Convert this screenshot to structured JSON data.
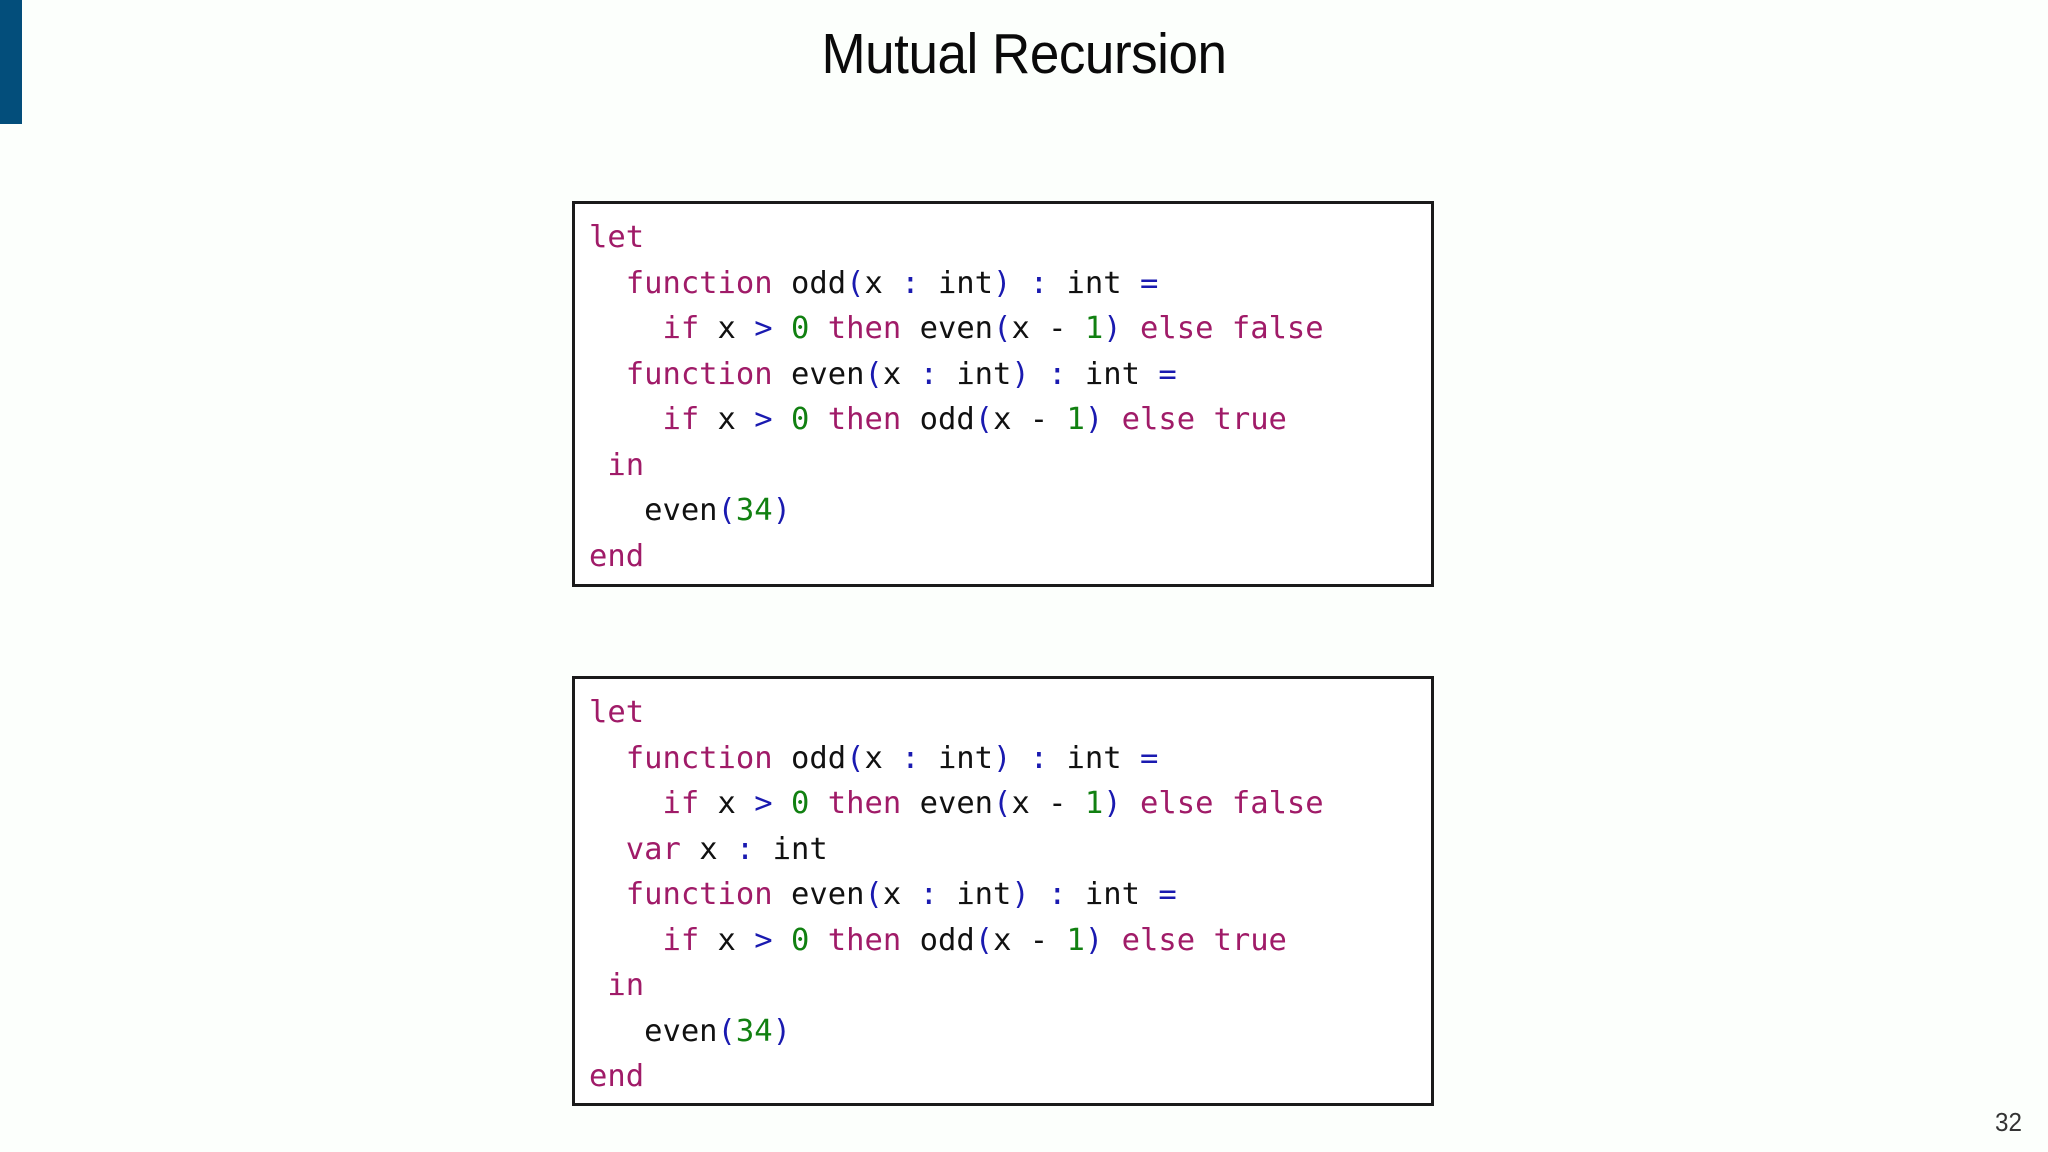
{
  "slide": {
    "title": "Mutual Recursion",
    "page_number": "32",
    "accent_color": "#034e7b",
    "background_color": "#fcfffc"
  },
  "syntax_colors": {
    "keyword": "#a01b68",
    "number": "#118011",
    "punctuation": "#1a1ab0",
    "operator": "#1a1ab0",
    "identifier": "#111111"
  },
  "code_blocks": [
    {
      "id": "code-box-1",
      "language": "tiger",
      "plain_text": "let\n  function odd(x : int) : int =\n    if x > 0 then even(x - 1) else false\n  function even(x : int) : int =\n    if x > 0 then odd(x - 1) else true\n in\n   even(34)\nend",
      "lines": [
        [
          {
            "t": "let",
            "c": "kw"
          }
        ],
        [
          {
            "t": "  ",
            "c": "plain"
          },
          {
            "t": "function",
            "c": "kw"
          },
          {
            "t": " odd",
            "c": "id"
          },
          {
            "t": "(",
            "c": "punct"
          },
          {
            "t": "x ",
            "c": "id"
          },
          {
            "t": ":",
            "c": "punct"
          },
          {
            "t": " int",
            "c": "id"
          },
          {
            "t": ")",
            "c": "punct"
          },
          {
            "t": " ",
            "c": "plain"
          },
          {
            "t": ":",
            "c": "punct"
          },
          {
            "t": " int ",
            "c": "id"
          },
          {
            "t": "=",
            "c": "op"
          }
        ],
        [
          {
            "t": "    ",
            "c": "plain"
          },
          {
            "t": "if",
            "c": "kw"
          },
          {
            "t": " x ",
            "c": "id"
          },
          {
            "t": ">",
            "c": "op"
          },
          {
            "t": " ",
            "c": "plain"
          },
          {
            "t": "0",
            "c": "num"
          },
          {
            "t": " ",
            "c": "plain"
          },
          {
            "t": "then",
            "c": "kw"
          },
          {
            "t": " even",
            "c": "id"
          },
          {
            "t": "(",
            "c": "punct"
          },
          {
            "t": "x - ",
            "c": "id"
          },
          {
            "t": "1",
            "c": "num"
          },
          {
            "t": ")",
            "c": "punct"
          },
          {
            "t": " ",
            "c": "plain"
          },
          {
            "t": "else",
            "c": "kw"
          },
          {
            "t": " ",
            "c": "plain"
          },
          {
            "t": "false",
            "c": "kw"
          }
        ],
        [
          {
            "t": "  ",
            "c": "plain"
          },
          {
            "t": "function",
            "c": "kw"
          },
          {
            "t": " even",
            "c": "id"
          },
          {
            "t": "(",
            "c": "punct"
          },
          {
            "t": "x ",
            "c": "id"
          },
          {
            "t": ":",
            "c": "punct"
          },
          {
            "t": " int",
            "c": "id"
          },
          {
            "t": ")",
            "c": "punct"
          },
          {
            "t": " ",
            "c": "plain"
          },
          {
            "t": ":",
            "c": "punct"
          },
          {
            "t": " int ",
            "c": "id"
          },
          {
            "t": "=",
            "c": "op"
          }
        ],
        [
          {
            "t": "    ",
            "c": "plain"
          },
          {
            "t": "if",
            "c": "kw"
          },
          {
            "t": " x ",
            "c": "id"
          },
          {
            "t": ">",
            "c": "op"
          },
          {
            "t": " ",
            "c": "plain"
          },
          {
            "t": "0",
            "c": "num"
          },
          {
            "t": " ",
            "c": "plain"
          },
          {
            "t": "then",
            "c": "kw"
          },
          {
            "t": " odd",
            "c": "id"
          },
          {
            "t": "(",
            "c": "punct"
          },
          {
            "t": "x - ",
            "c": "id"
          },
          {
            "t": "1",
            "c": "num"
          },
          {
            "t": ")",
            "c": "punct"
          },
          {
            "t": " ",
            "c": "plain"
          },
          {
            "t": "else",
            "c": "kw"
          },
          {
            "t": " ",
            "c": "plain"
          },
          {
            "t": "true",
            "c": "kw"
          }
        ],
        [
          {
            "t": " ",
            "c": "plain"
          },
          {
            "t": "in",
            "c": "kw"
          }
        ],
        [
          {
            "t": "   ",
            "c": "plain"
          },
          {
            "t": "even",
            "c": "id"
          },
          {
            "t": "(",
            "c": "punct"
          },
          {
            "t": "34",
            "c": "num"
          },
          {
            "t": ")",
            "c": "punct"
          }
        ],
        [
          {
            "t": "end",
            "c": "kw"
          }
        ]
      ]
    },
    {
      "id": "code-box-2",
      "language": "tiger",
      "plain_text": "let\n  function odd(x : int) : int =\n    if x > 0 then even(x - 1) else false\n  var x : int\n  function even(x : int) : int =\n    if x > 0 then odd(x - 1) else true\n in\n   even(34)\nend",
      "lines": [
        [
          {
            "t": "let",
            "c": "kw"
          }
        ],
        [
          {
            "t": "  ",
            "c": "plain"
          },
          {
            "t": "function",
            "c": "kw"
          },
          {
            "t": " odd",
            "c": "id"
          },
          {
            "t": "(",
            "c": "punct"
          },
          {
            "t": "x ",
            "c": "id"
          },
          {
            "t": ":",
            "c": "punct"
          },
          {
            "t": " int",
            "c": "id"
          },
          {
            "t": ")",
            "c": "punct"
          },
          {
            "t": " ",
            "c": "plain"
          },
          {
            "t": ":",
            "c": "punct"
          },
          {
            "t": " int ",
            "c": "id"
          },
          {
            "t": "=",
            "c": "op"
          }
        ],
        [
          {
            "t": "    ",
            "c": "plain"
          },
          {
            "t": "if",
            "c": "kw"
          },
          {
            "t": " x ",
            "c": "id"
          },
          {
            "t": ">",
            "c": "op"
          },
          {
            "t": " ",
            "c": "plain"
          },
          {
            "t": "0",
            "c": "num"
          },
          {
            "t": " ",
            "c": "plain"
          },
          {
            "t": "then",
            "c": "kw"
          },
          {
            "t": " even",
            "c": "id"
          },
          {
            "t": "(",
            "c": "punct"
          },
          {
            "t": "x - ",
            "c": "id"
          },
          {
            "t": "1",
            "c": "num"
          },
          {
            "t": ")",
            "c": "punct"
          },
          {
            "t": " ",
            "c": "plain"
          },
          {
            "t": "else",
            "c": "kw"
          },
          {
            "t": " ",
            "c": "plain"
          },
          {
            "t": "false",
            "c": "kw"
          }
        ],
        [
          {
            "t": "  ",
            "c": "plain"
          },
          {
            "t": "var",
            "c": "kw"
          },
          {
            "t": " x ",
            "c": "id"
          },
          {
            "t": ":",
            "c": "punct"
          },
          {
            "t": " int",
            "c": "id"
          }
        ],
        [
          {
            "t": "  ",
            "c": "plain"
          },
          {
            "t": "function",
            "c": "kw"
          },
          {
            "t": " even",
            "c": "id"
          },
          {
            "t": "(",
            "c": "punct"
          },
          {
            "t": "x ",
            "c": "id"
          },
          {
            "t": ":",
            "c": "punct"
          },
          {
            "t": " int",
            "c": "id"
          },
          {
            "t": ")",
            "c": "punct"
          },
          {
            "t": " ",
            "c": "plain"
          },
          {
            "t": ":",
            "c": "punct"
          },
          {
            "t": " int ",
            "c": "id"
          },
          {
            "t": "=",
            "c": "op"
          }
        ],
        [
          {
            "t": "    ",
            "c": "plain"
          },
          {
            "t": "if",
            "c": "kw"
          },
          {
            "t": " x ",
            "c": "id"
          },
          {
            "t": ">",
            "c": "op"
          },
          {
            "t": " ",
            "c": "plain"
          },
          {
            "t": "0",
            "c": "num"
          },
          {
            "t": " ",
            "c": "plain"
          },
          {
            "t": "then",
            "c": "kw"
          },
          {
            "t": " odd",
            "c": "id"
          },
          {
            "t": "(",
            "c": "punct"
          },
          {
            "t": "x - ",
            "c": "id"
          },
          {
            "t": "1",
            "c": "num"
          },
          {
            "t": ")",
            "c": "punct"
          },
          {
            "t": " ",
            "c": "plain"
          },
          {
            "t": "else",
            "c": "kw"
          },
          {
            "t": " ",
            "c": "plain"
          },
          {
            "t": "true",
            "c": "kw"
          }
        ],
        [
          {
            "t": " ",
            "c": "plain"
          },
          {
            "t": "in",
            "c": "kw"
          }
        ],
        [
          {
            "t": "   ",
            "c": "plain"
          },
          {
            "t": "even",
            "c": "id"
          },
          {
            "t": "(",
            "c": "punct"
          },
          {
            "t": "34",
            "c": "num"
          },
          {
            "t": ")",
            "c": "punct"
          }
        ],
        [
          {
            "t": "end",
            "c": "kw"
          }
        ]
      ]
    }
  ]
}
